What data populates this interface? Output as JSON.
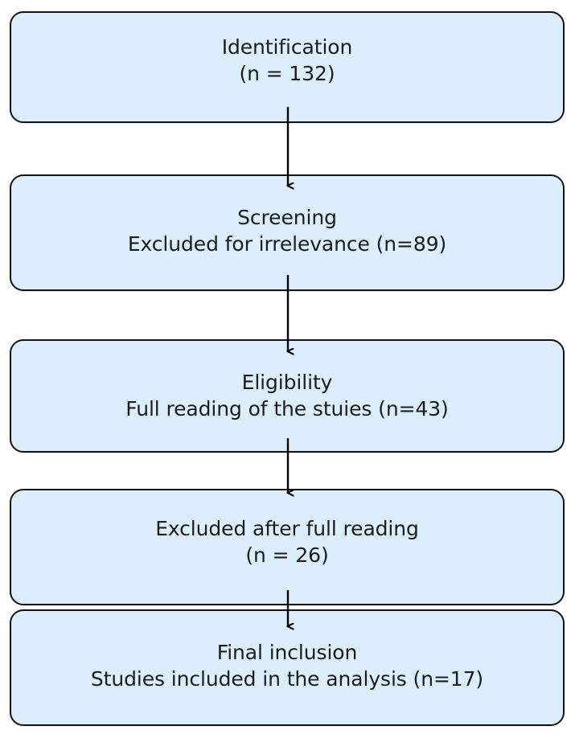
{
  "diagram": {
    "kind": "prisma-flow-diagram",
    "orientation": "vertical",
    "box_fill_color": "#dceefb",
    "box_border_color": "#131313",
    "text_color": "#1c1c1c",
    "connector_color": "#000000",
    "background_color": "#ffffff"
  },
  "nodes": [
    {
      "id": "identification",
      "title": "Identification",
      "subtitle": "(n = 132)",
      "count": 132
    },
    {
      "id": "screening",
      "title": "Screening",
      "subtitle": "Excluded for irrelevance (n=89)",
      "count": 89
    },
    {
      "id": "eligibility",
      "title": "Eligibility",
      "subtitle": "Full reading of the stuies (n=43)",
      "count": 43
    },
    {
      "id": "excluded_after_full_reading",
      "title": "Excluded after full reading",
      "subtitle": "(n = 26)",
      "count": 26
    },
    {
      "id": "final_inclusion",
      "title": "Final inclusion",
      "subtitle": "Studies included in the analysis (n=17)",
      "count": 17
    }
  ],
  "connectors": [
    {
      "id": "arrow-identification-screening",
      "from": "identification",
      "to": "screening",
      "shape": "down-arrow"
    },
    {
      "id": "arrow-screening-eligibility",
      "from": "screening",
      "to": "eligibility",
      "shape": "down-arrow"
    },
    {
      "id": "arrow-eligibility-excluded",
      "from": "eligibility",
      "to": "excluded_after_full_reading",
      "shape": "down-arrow"
    },
    {
      "id": "arrow-excluded-final",
      "from": "excluded_after_full_reading",
      "to": "final_inclusion",
      "shape": "down-arrow"
    }
  ]
}
